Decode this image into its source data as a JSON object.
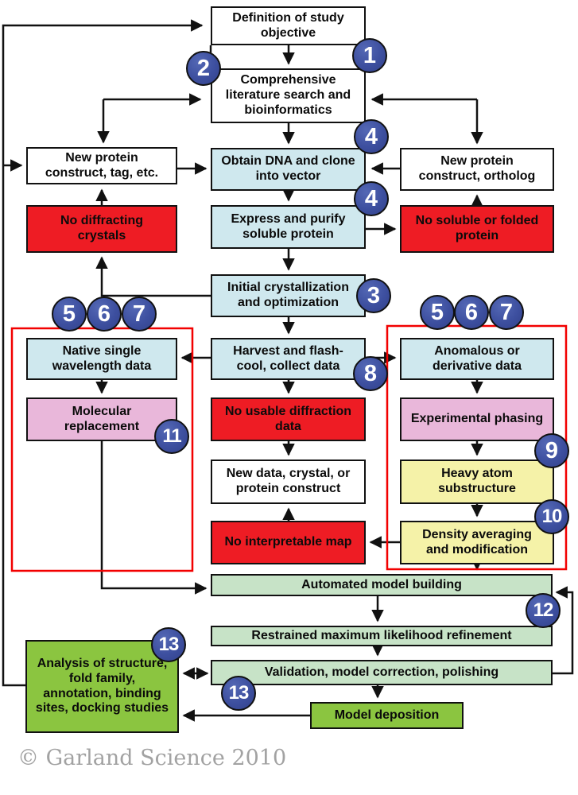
{
  "diagram": {
    "description": "Crystallography structure determination workflow flowchart",
    "nodes": {
      "definition": {
        "label": "Definition of study objective"
      },
      "literature": {
        "label": "Comprehensive literature search and bioinformatics"
      },
      "new_construct_tag": {
        "label": "New protein construct, tag, etc."
      },
      "obtain_dna": {
        "label": "Obtain DNA and clone into vector"
      },
      "new_construct_ortholog": {
        "label": "New protein construct, ortholog"
      },
      "no_diffracting": {
        "label": "No diffracting crystals"
      },
      "express_purify": {
        "label": "Express and purify soluble protein"
      },
      "no_soluble": {
        "label": "No soluble or folded protein"
      },
      "initial_cryst": {
        "label": "Initial crystallization and optimization"
      },
      "harvest": {
        "label": "Harvest and flash-cool, collect data"
      },
      "native_data": {
        "label": "Native single wavelength data"
      },
      "anomalous_data": {
        "label": "Anomalous or derivative data"
      },
      "molecular_replacement": {
        "label": "Molecular replacement"
      },
      "experimental_phasing": {
        "label": "Experimental phasing"
      },
      "no_usable": {
        "label": "No usable diffraction data"
      },
      "new_data_crystal": {
        "label": "New data, crystal, or protein construct"
      },
      "heavy_atom": {
        "label": "Heavy atom substructure"
      },
      "no_interpretable": {
        "label": "No interpretable map"
      },
      "density_averaging": {
        "label": "Density averaging and modification"
      },
      "automated_building": {
        "label": "Automated model building"
      },
      "restrained_refinement": {
        "label": "Restrained maximum likelihood refinement"
      },
      "validation": {
        "label": "Validation, model correction, polishing"
      },
      "analysis": {
        "label": "Analysis of structure, fold family, annotation, binding sites, docking studies"
      },
      "model_deposition": {
        "label": "Model deposition"
      }
    },
    "badges": {
      "b1": "1",
      "b2": "2",
      "b3": "3",
      "b4a": "4",
      "b4b": "4",
      "b5l": "5",
      "b6l": "6",
      "b7l": "7",
      "b5r": "5",
      "b6r": "6",
      "b7r": "7",
      "b8": "8",
      "b9": "9",
      "b10": "10",
      "b11": "11",
      "b12": "12",
      "b13a": "13",
      "b13b": "13"
    },
    "colors": {
      "box_white": "#ffffff",
      "box_light_blue": "#cfe8ee",
      "box_red": "#ee1c24",
      "box_pink": "#e9b7da",
      "box_yellow": "#f5f2a8",
      "box_pale_green": "#c7e3c7",
      "box_bright_green": "#8bc540",
      "badge_blue": "#3d4f9f",
      "outline_red": "#f20000",
      "line_black": "#111111"
    },
    "footer": {
      "copyright": "© Garland Science 2010"
    }
  }
}
